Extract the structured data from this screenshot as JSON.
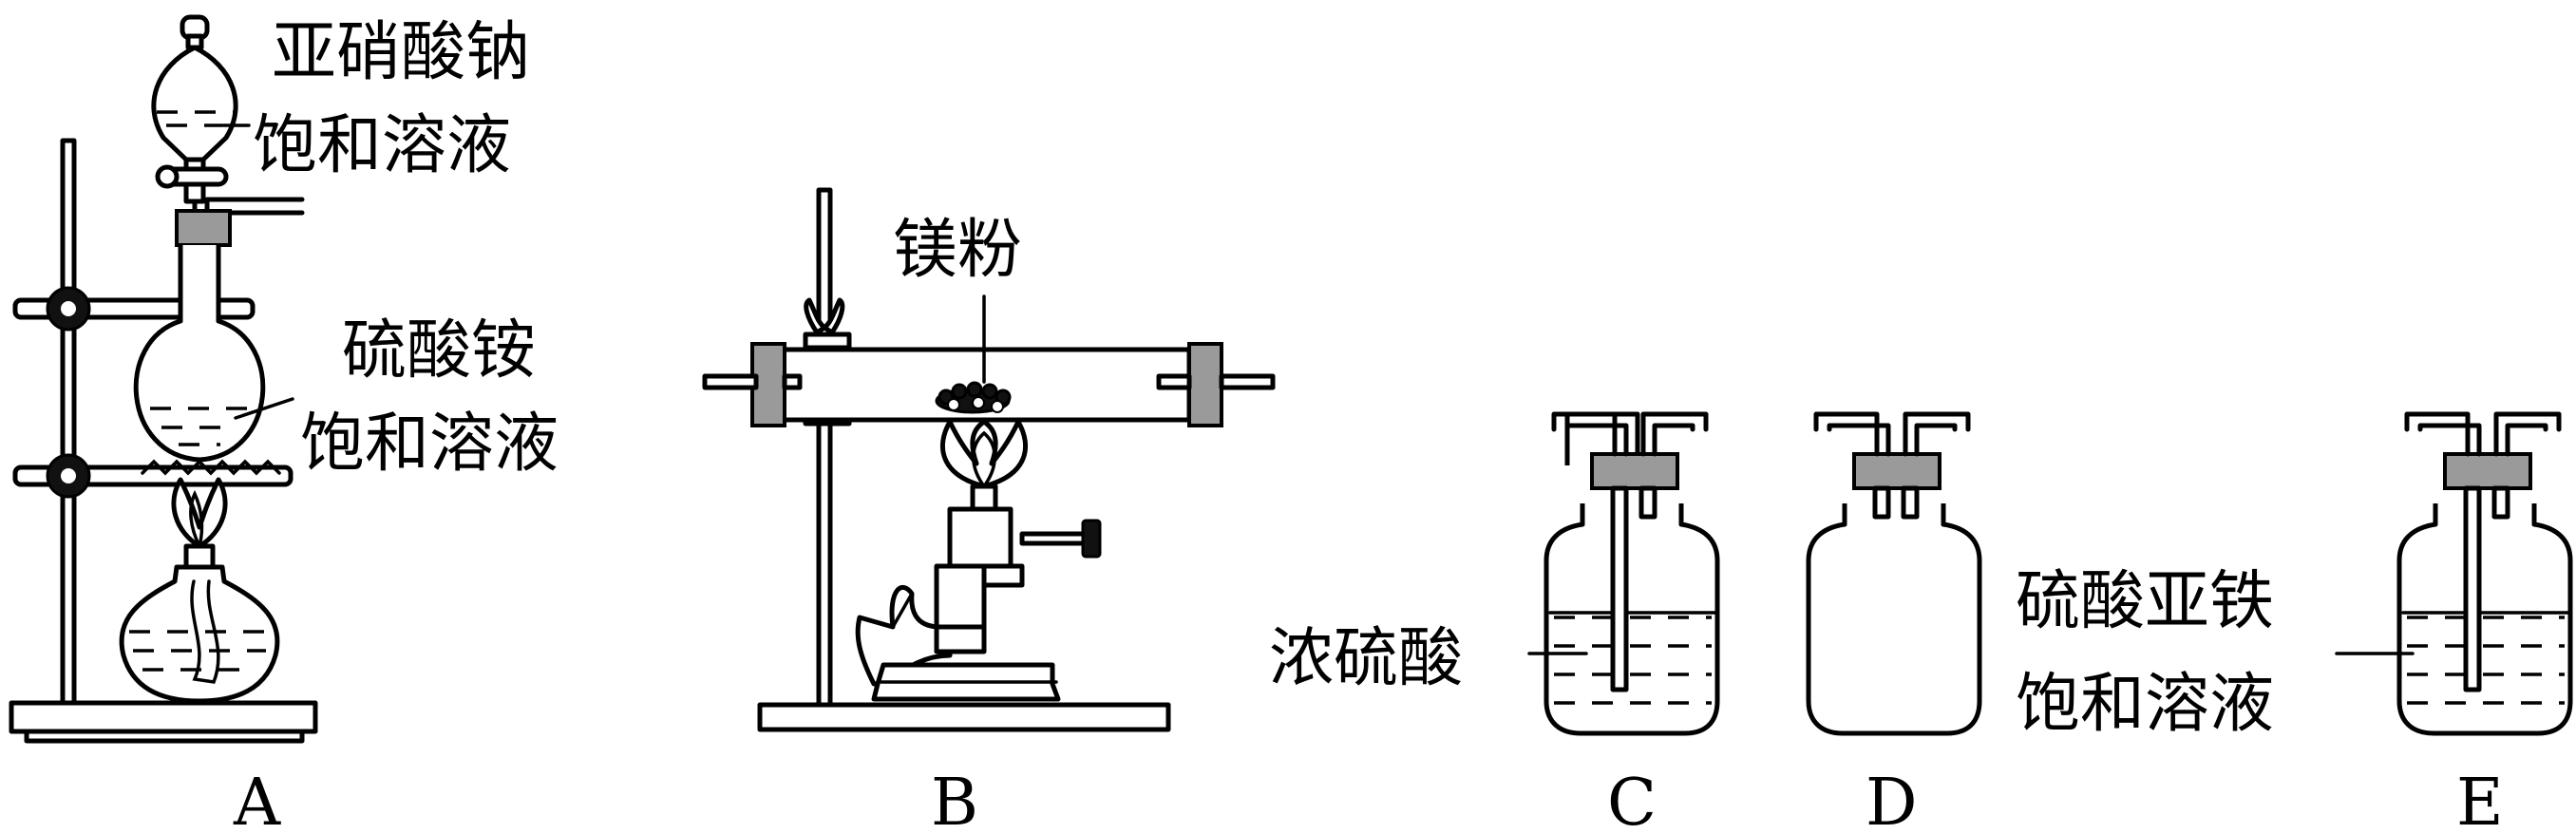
{
  "labels": {
    "a_funnel": [
      "亚硝酸钠",
      "饱和溶液"
    ],
    "a_flask": [
      "硫酸铵",
      "饱和溶液"
    ],
    "b_powder": "镁粉",
    "c_liquid": "浓硫酸",
    "e_liquid": [
      "硫酸亚铁",
      "饱和溶液"
    ]
  },
  "apparatus": [
    "A",
    "B",
    "C",
    "D",
    "E"
  ]
}
